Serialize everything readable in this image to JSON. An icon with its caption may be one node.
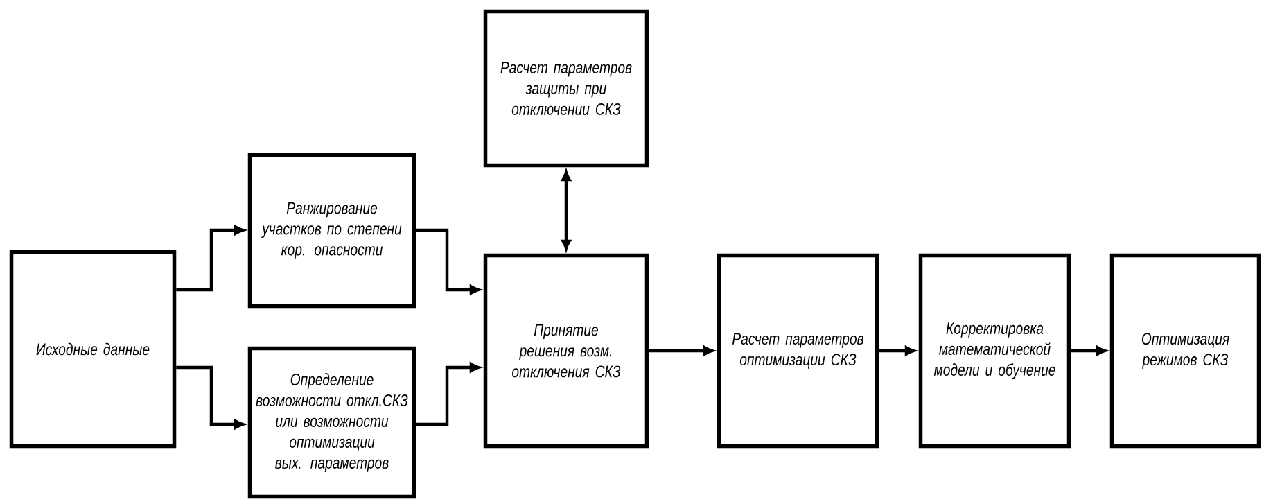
{
  "diagram": {
    "nodes": [
      {
        "text": [
          "Исходные данные"
        ]
      },
      {
        "text": [
          "Ранжирование участков по степени кор. опасности"
        ]
      },
      {
        "text": [
          "Определение возможности откл.СКЗ или возможности оптимизации вых. параметров"
        ]
      },
      {
        "text": [
          "Расчет параметров защиты при отключении СКЗ"
        ]
      },
      {
        "text": [
          "Принятие решения возм. отключения СКЗ"
        ]
      },
      {
        "text": [
          "Расчет параметров оптимизации СКЗ"
        ]
      },
      {
        "text": [
          "Корректировка математической модели и обучение"
        ]
      },
      {
        "text": [
          "Оптимизация режимов СКЗ"
        ]
      }
    ],
    "edges": [
      {
        "from": 0,
        "to": 1,
        "arrow": "to"
      },
      {
        "from": 0,
        "to": 2,
        "arrow": "to"
      },
      {
        "from": 1,
        "to": 4,
        "arrow": "to"
      },
      {
        "from": 2,
        "to": 4,
        "arrow": "to"
      },
      {
        "from": 3,
        "to": 4,
        "arrow": "both"
      },
      {
        "from": 4,
        "to": 5,
        "arrow": "to"
      },
      {
        "from": 5,
        "to": 6,
        "arrow": "to"
      },
      {
        "from": 6,
        "to": 7,
        "arrow": "to"
      }
    ]
  }
}
